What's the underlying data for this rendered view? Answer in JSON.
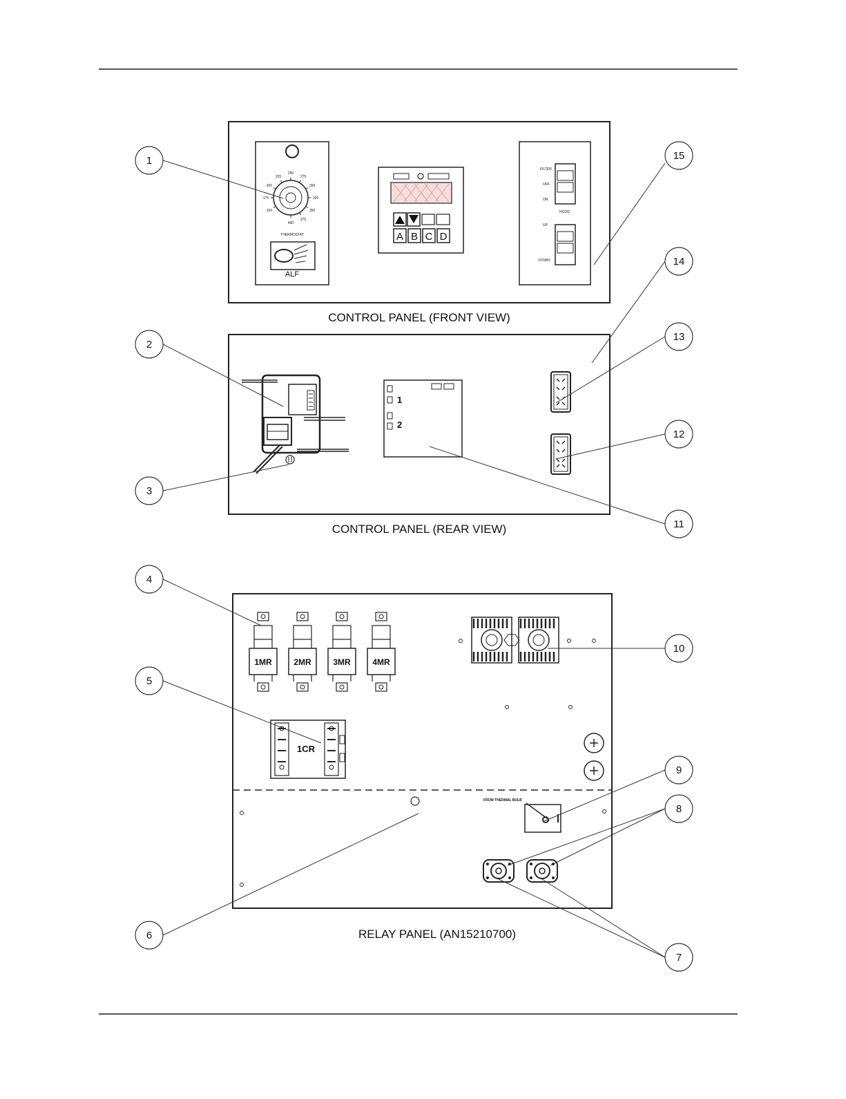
{
  "captions": {
    "front": "CONTROL PANEL (FRONT VIEW)",
    "rear": "CONTROL PANEL (REAR VIEW)",
    "relay": "RELAY PANEL (AN15210700)"
  },
  "callouts": [
    "1",
    "2",
    "3",
    "4",
    "5",
    "6",
    "7",
    "8",
    "9",
    "10",
    "11",
    "12",
    "13",
    "14",
    "15"
  ],
  "thermostat": {
    "brand": "ALF",
    "subtitle": "THERMOSTAT",
    "ticks": [
      "250",
      "275",
      "300",
      "325",
      "350",
      "375",
      "400",
      "225",
      "200",
      "175",
      "150"
    ]
  },
  "controller": {
    "keys_top": [
      "▲",
      "▼"
    ],
    "keys_bottom": [
      "A",
      "B",
      "C",
      "D"
    ]
  },
  "switches": {
    "upper": [
      "FILTER",
      "OFF",
      "ON"
    ],
    "lower_title": "HOOD",
    "lower": [
      "UP",
      "DOWN"
    ]
  },
  "rear_board": {
    "labels": [
      "1",
      "2"
    ]
  },
  "relays": [
    "1MR",
    "2MR",
    "3MR",
    "4MR"
  ],
  "contactor": "1CR",
  "thermal_label": "FROM THERMAL BULB"
}
